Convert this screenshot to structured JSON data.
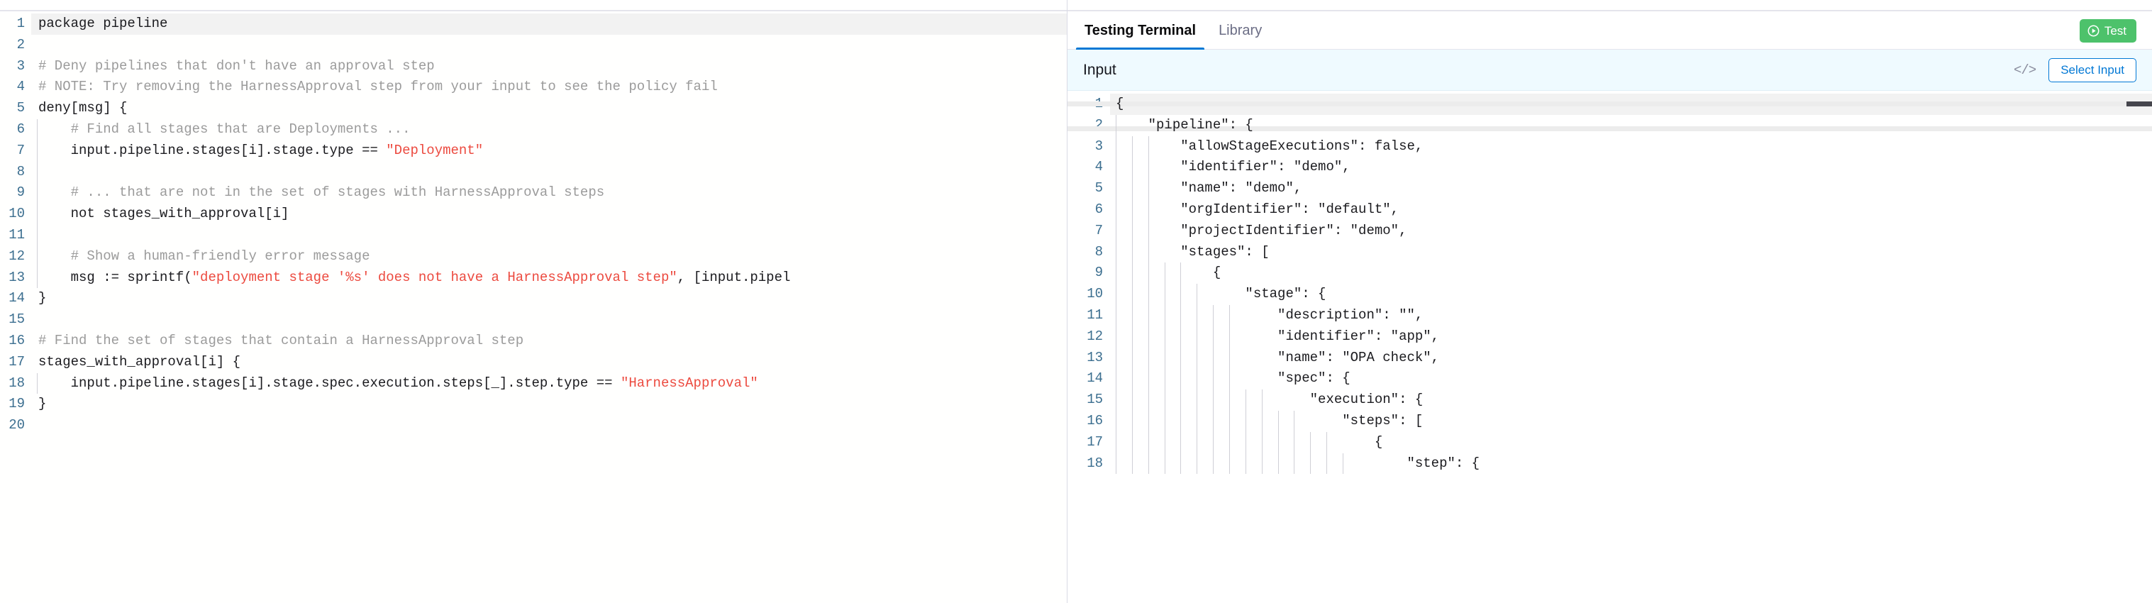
{
  "editor": {
    "name": "rego-policy-editor",
    "minimize_icon": "minimize-dash-icon",
    "language": "rego",
    "total_lines": 20,
    "active_line": 1,
    "lines": [
      {
        "n": "1",
        "indent": 0,
        "tokens": [
          {
            "t": "package pipeline",
            "c": "cp"
          }
        ]
      },
      {
        "n": "2",
        "indent": 0,
        "tokens": []
      },
      {
        "n": "3",
        "indent": 0,
        "tokens": [
          {
            "t": "# Deny pipelines that don't have an approval step",
            "c": "cm"
          }
        ]
      },
      {
        "n": "4",
        "indent": 0,
        "tokens": [
          {
            "t": "# NOTE: Try removing the HarnessApproval step from your input to see the policy fail",
            "c": "cm"
          }
        ]
      },
      {
        "n": "5",
        "indent": 0,
        "tokens": [
          {
            "t": "deny[msg] {",
            "c": "cp"
          }
        ]
      },
      {
        "n": "6",
        "indent": 1,
        "tokens": [
          {
            "t": "    # Find all stages that are Deployments ...",
            "c": "cm"
          }
        ]
      },
      {
        "n": "7",
        "indent": 1,
        "tokens": [
          {
            "t": "    input.pipeline.stages[i].stage.type == ",
            "c": "cp"
          },
          {
            "t": "\"Deployment\"",
            "c": "cs"
          }
        ]
      },
      {
        "n": "8",
        "indent": 1,
        "tokens": []
      },
      {
        "n": "9",
        "indent": 1,
        "tokens": [
          {
            "t": "    # ... that are not in the set of stages with HarnessApproval steps",
            "c": "cm"
          }
        ]
      },
      {
        "n": "10",
        "indent": 1,
        "tokens": [
          {
            "t": "    not stages_with_approval[i]",
            "c": "cp"
          }
        ]
      },
      {
        "n": "11",
        "indent": 1,
        "tokens": []
      },
      {
        "n": "12",
        "indent": 1,
        "tokens": [
          {
            "t": "    # Show a human-friendly error message",
            "c": "cm"
          }
        ]
      },
      {
        "n": "13",
        "indent": 1,
        "tokens": [
          {
            "t": "    msg := sprintf(",
            "c": "cp"
          },
          {
            "t": "\"deployment stage '%s' does not have a HarnessApproval step\"",
            "c": "cs"
          },
          {
            "t": ", [input.pipel",
            "c": "cp"
          }
        ]
      },
      {
        "n": "14",
        "indent": 0,
        "tokens": [
          {
            "t": "}",
            "c": "cp"
          }
        ]
      },
      {
        "n": "15",
        "indent": 0,
        "tokens": []
      },
      {
        "n": "16",
        "indent": 0,
        "tokens": [
          {
            "t": "# Find the set of stages that contain a HarnessApproval step",
            "c": "cm"
          }
        ]
      },
      {
        "n": "17",
        "indent": 0,
        "tokens": [
          {
            "t": "stages_with_approval[i] {",
            "c": "cp"
          }
        ]
      },
      {
        "n": "18",
        "indent": 1,
        "tokens": [
          {
            "t": "    input.pipeline.stages[i].stage.spec.execution.steps[_].step.type == ",
            "c": "cp"
          },
          {
            "t": "\"HarnessApproval\"",
            "c": "cs"
          }
        ]
      },
      {
        "n": "19",
        "indent": 0,
        "tokens": [
          {
            "t": "}",
            "c": "cp"
          }
        ]
      },
      {
        "n": "20",
        "indent": 0,
        "tokens": []
      }
    ]
  },
  "right_panel": {
    "tabs": [
      {
        "label": "Testing Terminal",
        "active": true,
        "name": "tab-testing-terminal"
      },
      {
        "label": "Library",
        "active": false,
        "name": "tab-library"
      }
    ],
    "test_button": {
      "label": "Test",
      "icon": "play-circle-icon",
      "color": "#4dc26b"
    },
    "input_bar": {
      "title": "Input",
      "code_icon": "code-brackets-icon",
      "code_icon_glyph": "</>",
      "select_input_label": "Select Input",
      "accent": "#0278d5",
      "background": "#effaff"
    },
    "json_editor": {
      "name": "input-json-editor",
      "language": "json",
      "active_line": 1,
      "lines": [
        {
          "n": "1",
          "text": "{",
          "guides": 0
        },
        {
          "n": "2",
          "text": "    \"pipeline\": {",
          "guides": 1
        },
        {
          "n": "3",
          "text": "        \"allowStageExecutions\": false,",
          "guides": 3
        },
        {
          "n": "4",
          "text": "        \"identifier\": \"demo\",",
          "guides": 3
        },
        {
          "n": "5",
          "text": "        \"name\": \"demo\",",
          "guides": 3
        },
        {
          "n": "6",
          "text": "        \"orgIdentifier\": \"default\",",
          "guides": 3
        },
        {
          "n": "7",
          "text": "        \"projectIdentifier\": \"demo\",",
          "guides": 3
        },
        {
          "n": "8",
          "text": "        \"stages\": [",
          "guides": 3
        },
        {
          "n": "9",
          "text": "            {",
          "guides": 5
        },
        {
          "n": "10",
          "text": "                \"stage\": {",
          "guides": 6
        },
        {
          "n": "11",
          "text": "                    \"description\": \"\",",
          "guides": 8
        },
        {
          "n": "12",
          "text": "                    \"identifier\": \"app\",",
          "guides": 8
        },
        {
          "n": "13",
          "text": "                    \"name\": \"OPA check\",",
          "guides": 8
        },
        {
          "n": "14",
          "text": "                    \"spec\": {",
          "guides": 8
        },
        {
          "n": "15",
          "text": "                        \"execution\": {",
          "guides": 10
        },
        {
          "n": "16",
          "text": "                            \"steps\": [",
          "guides": 12
        },
        {
          "n": "17",
          "text": "                                {",
          "guides": 14
        },
        {
          "n": "18",
          "text": "                                    \"step\": {",
          "guides": 15
        }
      ]
    }
  },
  "colors": {
    "accent_blue": "#0278d5",
    "test_green": "#4dc26b",
    "gutter_blue": "#3b6e8f",
    "string_red": "#ec4a3f",
    "comment_gray": "#9b9b9b",
    "input_bar_bg": "#effaff"
  }
}
